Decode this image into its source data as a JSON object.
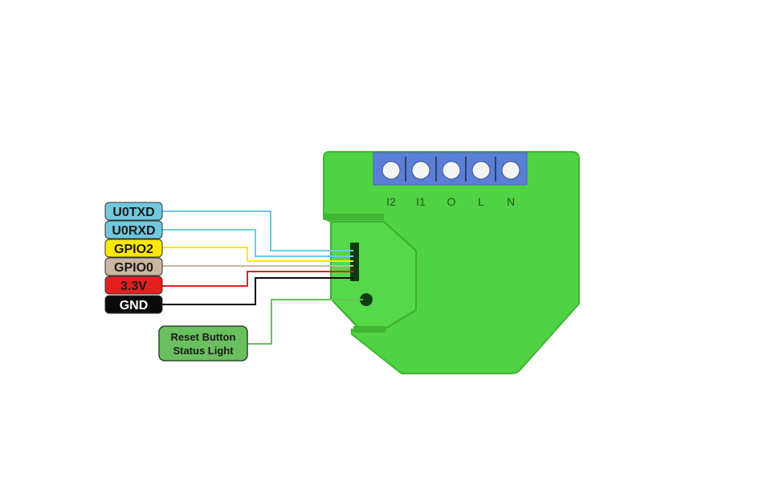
{
  "pins": [
    {
      "label": "U0TXD",
      "color": "#72c8de",
      "text_color": "#1a1a1a"
    },
    {
      "label": "U0RXD",
      "color": "#72c8de",
      "text_color": "#1a1a1a"
    },
    {
      "label": "GPIO2",
      "color": "#ffe800",
      "text_color": "#1a1a1a"
    },
    {
      "label": "GPIO0",
      "color": "#c9b7a3",
      "text_color": "#1a1a1a"
    },
    {
      "label": "3.3V",
      "color": "#e61e1e",
      "text_color": "#1a1a1a"
    },
    {
      "label": "GND",
      "color": "#0a0a0a",
      "text_color": "#ffffff"
    }
  ],
  "reset": {
    "line1": "Reset Button",
    "line2": "Status Light",
    "color": "#6abf5e"
  },
  "terminals": [
    "I2",
    "I1",
    "O",
    "L",
    "N"
  ],
  "colors": {
    "device": "#4fd243",
    "device_dark": "#3bb830",
    "terminal_block": "#5b7fd6"
  }
}
